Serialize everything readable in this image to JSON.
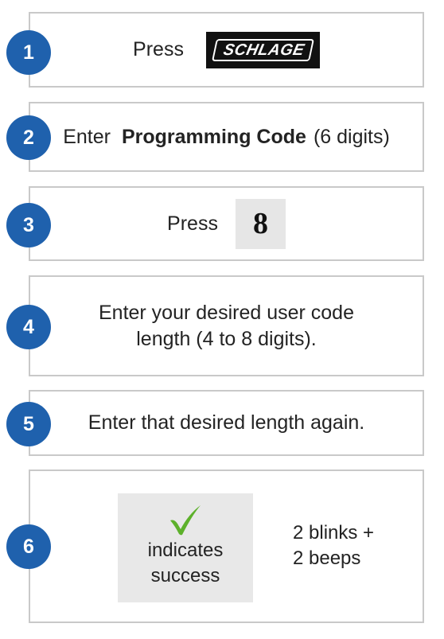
{
  "steps": [
    {
      "number": "1",
      "prefix": "Press",
      "logo_text": "SCHLAGE"
    },
    {
      "number": "2",
      "prefix": "Enter",
      "bold": "Programming Code",
      "suffix": "(6 digits)"
    },
    {
      "number": "3",
      "prefix": "Press",
      "key": "8"
    },
    {
      "number": "4",
      "line1": "Enter your desired user code",
      "line2": "length (4 to 8 digits)."
    },
    {
      "number": "5",
      "text": "Enter that desired length again."
    },
    {
      "number": "6",
      "success_line1": "indicates",
      "success_line2": "success",
      "result_line1": "2 blinks +",
      "result_line2": "2 beeps"
    }
  ],
  "icons": {
    "check": "checkmark-icon"
  },
  "colors": {
    "badge": "#1f61ad",
    "check": "#5db12b",
    "border": "#c9c9c9",
    "panel": "#e8e8e8"
  }
}
